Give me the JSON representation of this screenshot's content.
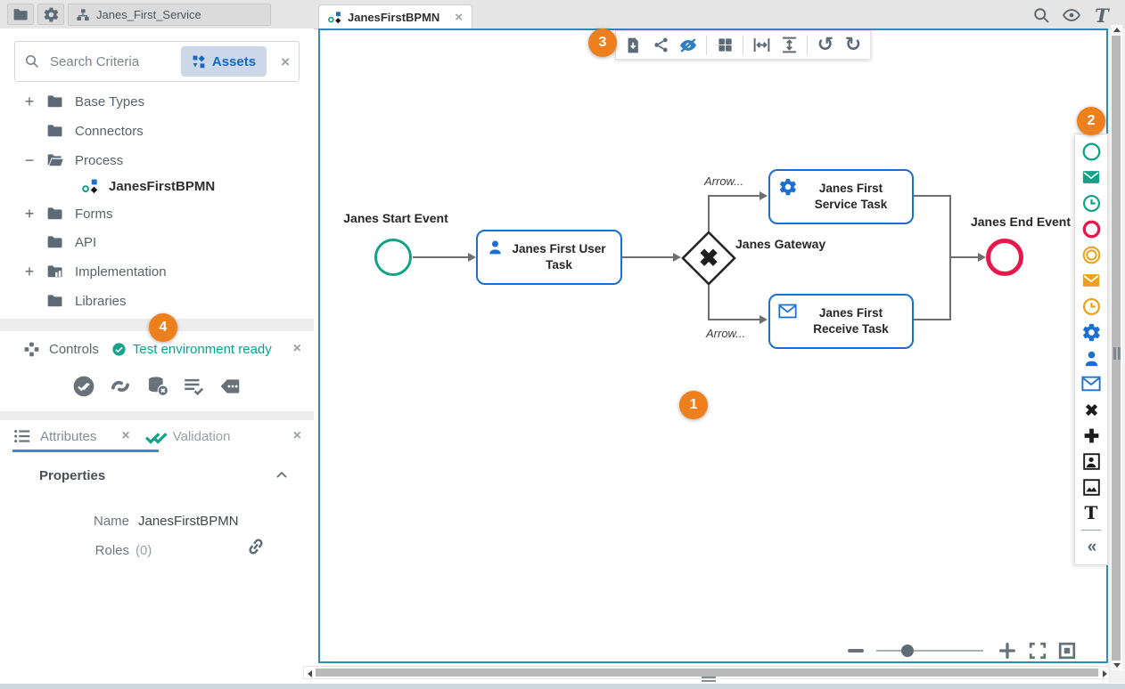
{
  "app": {
    "ui": {
      "close": "×",
      "collapse_chevrons": "«",
      "expander_plus": "+",
      "expander_minus": "−"
    },
    "header": {
      "service_tab_label": "Janes_First_Service",
      "doc_tab_label": "JanesFirstBPMN",
      "left_icons": [
        "folder",
        "gear"
      ],
      "right_icons": [
        "search",
        "preview-eye",
        "text-style"
      ]
    },
    "sidebar": {
      "search_placeholder": "Search Criteria",
      "assets_filter_label": "Assets",
      "tree": [
        {
          "expander": "+",
          "label": "Base Types"
        },
        {
          "expander": "",
          "label": "Connectors"
        },
        {
          "expander": "−",
          "label": "Process"
        },
        {
          "expander": "",
          "label": "JanesFirstBPMN"
        },
        {
          "expander": "+",
          "label": "Forms"
        },
        {
          "expander": "",
          "label": "API"
        },
        {
          "expander": "+",
          "label": "Implementation"
        },
        {
          "expander": "",
          "label": "Libraries"
        }
      ],
      "controls": {
        "title": "Controls",
        "status": "Test environment ready",
        "buttons": [
          "approve",
          "rerun",
          "purge-data",
          "audit-log",
          "annotations"
        ]
      },
      "tabs": {
        "attributes": "Attributes",
        "validation": "Validation"
      },
      "properties": {
        "title": "Properties",
        "name_label": "Name",
        "name_value": "JanesFirstBPMN",
        "roles_label": "Roles",
        "roles_value": "(0)"
      }
    },
    "badges": {
      "one": "1",
      "two": "2",
      "three": "3",
      "four": "4"
    },
    "canvas": {
      "toolbar_icons": [
        "export-download",
        "share",
        "hide-preview",
        "grid",
        "fit-width",
        "fit-height",
        "undo",
        "redo"
      ],
      "palette_icons": [
        "start-event",
        "message-start-event",
        "timer-start-event",
        "end-event",
        "intermediate-event",
        "message-intermediate-event",
        "timer-intermediate-event",
        "service-task",
        "user-task",
        "receive-task",
        "exclusive-gateway",
        "parallel-gateway",
        "user-image",
        "image",
        "text",
        "collapse-palette"
      ],
      "zoom_controls": [
        "zoom-out",
        "zoom-slider",
        "zoom-in",
        "fullscreen",
        "fit-to-screen"
      ]
    },
    "diagram": {
      "start_event_label": "Janes Start Event",
      "user_task_label": "Janes First User Task",
      "gateway_label": "Janes Gateway",
      "service_task_label": "Janes First Service Task",
      "receive_task_label": "Janes First Receive Task",
      "end_event_label": "Janes End Event",
      "edge_label_top": "Arrow...",
      "edge_label_bottom": "Arrow...",
      "undo_glyph": "↺",
      "redo_glyph": "↻",
      "gateway_glyph": "✖"
    },
    "colors": {
      "accent_blue": "#1a6fd1",
      "teal": "#12a387",
      "red": "#e8174b",
      "amber": "#eba11f",
      "orange_badge": "#ee7f1d",
      "canvas_border": "#2e8cc1",
      "status_teal": "#00a58f"
    }
  }
}
